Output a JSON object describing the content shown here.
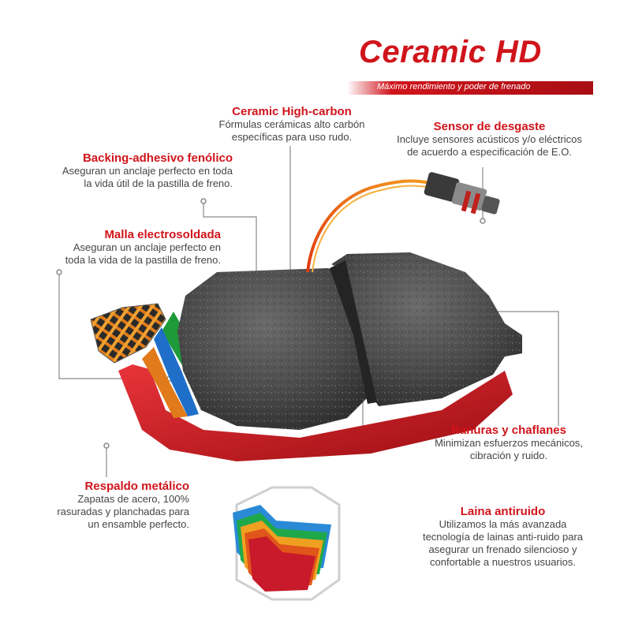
{
  "brand": {
    "title": "Ceramic HD",
    "subtitle": "Máximo rendimiento y poder de frenado"
  },
  "callouts": {
    "ceramic": {
      "title": "Ceramic High-carbon",
      "lines": [
        "Fórmulas cerámicas alto carbón",
        "específicas para uso rudo."
      ]
    },
    "sensor": {
      "title": "Sensor de desgaste",
      "lines": [
        "Incluye sensores acústicos y/o eléctricos",
        "de acuerdo a especificación de E.O."
      ]
    },
    "backing": {
      "title": "Backing-adhesivo fenólico",
      "lines": [
        "Aseguran un anclaje perfecto en toda",
        "la vida útil de la pastilla de freno."
      ]
    },
    "malla": {
      "title": "Malla electrosoldada",
      "lines": [
        "Aseguran un anclaje perfecto en",
        "toda la vida de la pastilla de freno."
      ]
    },
    "ranuras": {
      "title": "Ranuras y chaflanes",
      "lines": [
        "Minimizan esfuerzos mecánicos,",
        "cibración y ruido."
      ]
    },
    "respaldo": {
      "title": "Respaldo metálico",
      "lines": [
        "Zapatas de acero, 100%",
        "rasuradas y planchadas para",
        "un ensamble perfecto."
      ]
    },
    "laina": {
      "title": "Laina antiruido",
      "lines": [
        "Utilizamos la más avanzada",
        "tecnología de lainas anti-ruido para",
        "asegurar un frenado silencioso y",
        "confortable a nuestros usuarios."
      ]
    }
  },
  "colors": {
    "accent": "#d0141b",
    "text": "#454545",
    "leader": "#8a8a8a"
  }
}
